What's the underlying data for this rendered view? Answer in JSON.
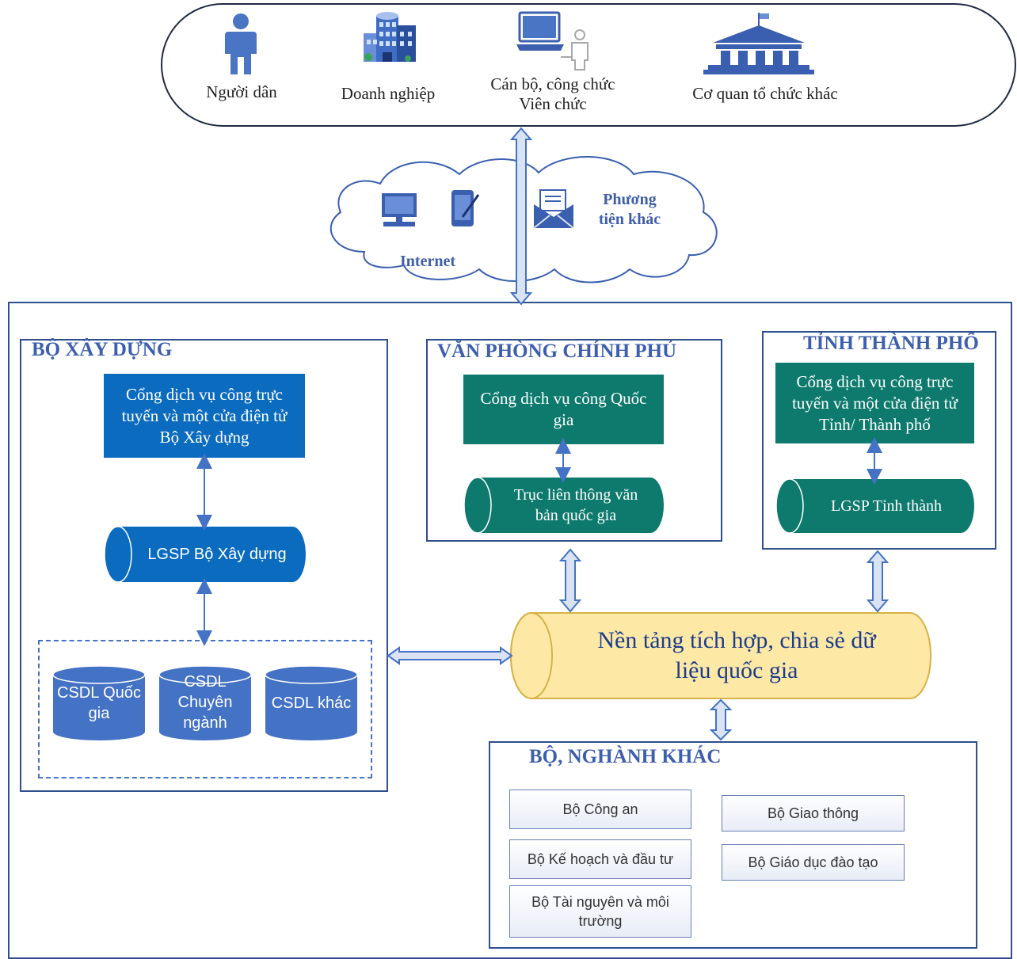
{
  "actors": [
    {
      "icon": "person-icon",
      "label": "Người dân"
    },
    {
      "icon": "building-icon",
      "label": "Doanh nghiệp"
    },
    {
      "icon": "laptop-user-icon",
      "label_line1": "Cán bộ, công chức",
      "label_line2": "Viên chức"
    },
    {
      "icon": "government-building-icon",
      "label": "Cơ quan tổ chức khác"
    }
  ],
  "cloud": {
    "internet_label": "Internet",
    "other_label_line1": "Phương",
    "other_label_line2": "tiện khác"
  },
  "bo_xay_dung": {
    "title": "BỘ XÂY DỰNG",
    "portal_line1": "Cổng dịch vụ công trực",
    "portal_line2": "tuyến và một cửa điện tử",
    "portal_line3": "Bộ Xây dựng",
    "lgsp": "LGSP Bộ Xây dựng",
    "databases": [
      {
        "line1": "CSDL Quốc",
        "line2": "gia"
      },
      {
        "line1": "CSDL",
        "line2": "Chuyên",
        "line3": "ngành"
      },
      {
        "line1": "CSDL khác"
      }
    ]
  },
  "van_phong_chinh_phu": {
    "title": "VĂN PHÒNG CHÍNH PHỦ",
    "portal_line1": "Cổng dịch vụ công Quốc",
    "portal_line2": "gia",
    "axis_line1": "Trục liên thông văn",
    "axis_line2": "bản quốc gia"
  },
  "tinh_thanh_pho": {
    "title": "TỈNH THÀNH PHỐ",
    "portal_line1": "Cổng dịch vụ công trực",
    "portal_line2": "tuyến và một cửa điện tử",
    "portal_line3": "Tỉnh/ Thành phố",
    "lgsp": "LGSP Tỉnh thành"
  },
  "platform": {
    "line1": "Nền tảng tích hợp, chia sẻ dữ",
    "line2": "liệu quốc gia"
  },
  "bo_nganh_khac": {
    "title": "BỘ, NGHÀNH KHÁC",
    "left": [
      "Bộ Công an",
      "Bộ Kế hoạch và đầu tư"
    ],
    "left_multiline": {
      "line1": "Bộ Tài nguyên và môi",
      "line2": "trường"
    },
    "right": [
      "Bộ Giao thông",
      "Bộ Giáo dục đào tạo"
    ]
  },
  "colors": {
    "blue_box": "#0b6bbf",
    "teal_box": "#0e7a6e",
    "platform_fill": "#fde8a6",
    "frame": "#2e4e8c",
    "arrow": "#4472c4",
    "arrow_fill": "#dae3f3"
  }
}
